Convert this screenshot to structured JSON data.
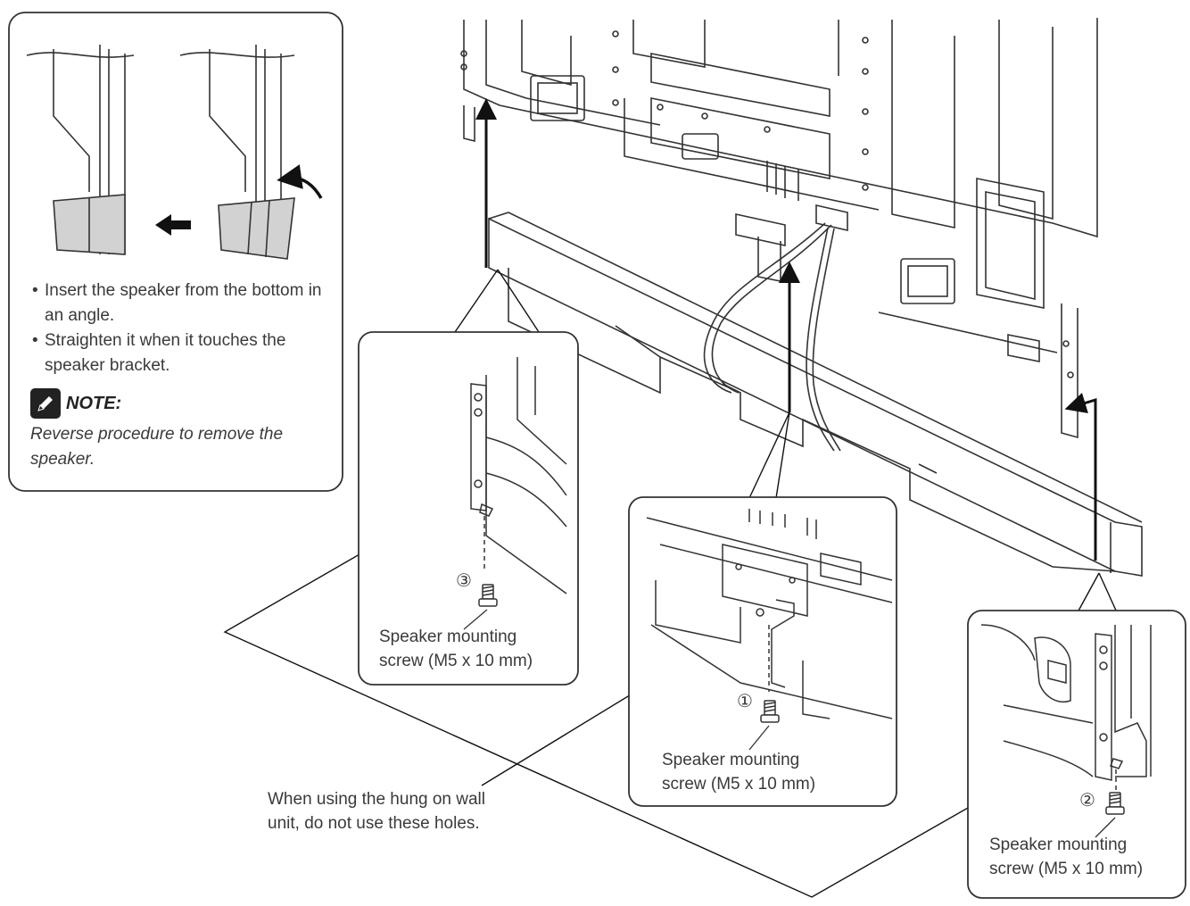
{
  "inset_top_left": {
    "bullets": [
      "Insert the speaker from the bottom in an angle.",
      "Straighten it when it touches the speaker bracket."
    ],
    "note_title": "NOTE:",
    "note_text": "Reverse procedure to remove the speaker."
  },
  "callouts": {
    "step3": {
      "number": "③",
      "line1": "Speaker mounting",
      "line2": "screw (M5 x 10 mm)"
    },
    "step1": {
      "number": "①",
      "line1": "Speaker mounting",
      "line2": "screw (M5 x 10 mm)"
    },
    "step2": {
      "number": "②",
      "line1": "Speaker mounting",
      "line2": "screw (M5 x 10 mm)"
    }
  },
  "warning": {
    "line1": "When using the hung on wall",
    "line2": "unit, do not use these holes."
  },
  "icons": [
    "pencil-icon",
    "arrow-left-icon",
    "arrow-curved-icon",
    "screw-icon",
    "arrow-up-icon"
  ]
}
